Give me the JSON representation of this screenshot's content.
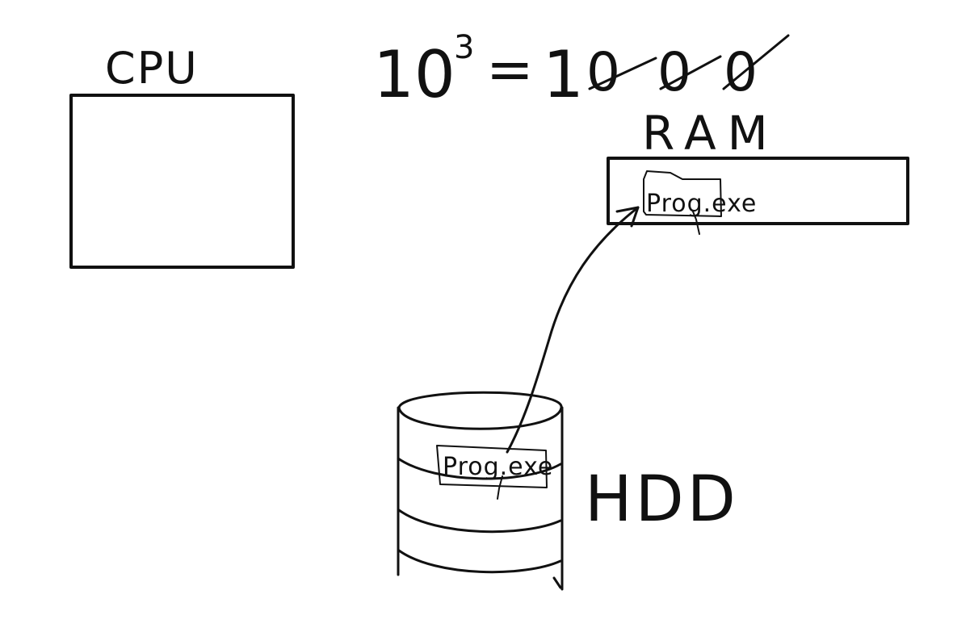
{
  "labels": {
    "cpu": "CPU",
    "ram": "RAM",
    "hdd": "HDD"
  },
  "formula": {
    "base": "10",
    "exponent": "3",
    "equals": "=",
    "result_digit": "1",
    "struck_zeros": [
      "0",
      "0",
      "0"
    ]
  },
  "files": {
    "ram_file": "Prog.exe",
    "hdd_file": "Prog.exe"
  },
  "colors": {
    "ink": "#111111",
    "background": "#ffffff"
  }
}
